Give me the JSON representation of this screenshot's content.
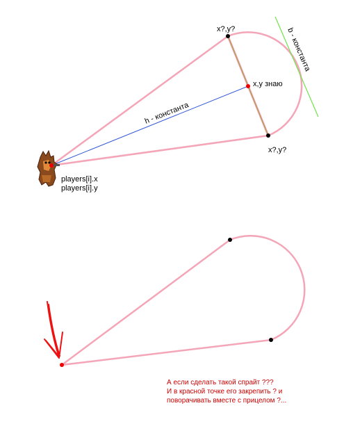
{
  "diagram_top": {
    "top_point_label": "x?,y?",
    "bottom_point_label": "x?,y?",
    "middle_point_label": "x,y знаю",
    "h_label": "h - константа",
    "b_label": "b - константа",
    "player_x_label": "players[i].x",
    "player_y_label": "players[i].y",
    "player_sprite": "character-sprite-icon"
  },
  "diagram_bottom": {
    "arrow": "red-arrow-icon"
  },
  "note": {
    "lines": [
      "А если сделать такой спрайт ???",
      "И в красной точке его закрепить ? и",
      "поворачивать вместе с прицелом ?..."
    ]
  },
  "colors": {
    "sector": "#f4a5b8",
    "h_line": "#2f56d8",
    "b_line": "#6fe34a",
    "chord": "#9aa23a",
    "red_dot": "#ee0000",
    "black_dot": "#000000",
    "note_text": "#cc0000",
    "arrow": "#ee1111"
  }
}
